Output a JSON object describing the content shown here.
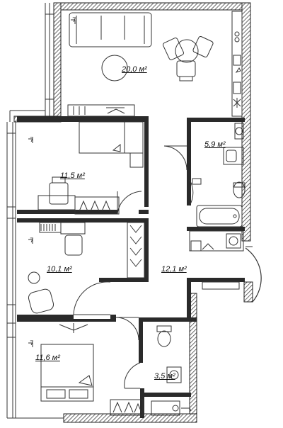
{
  "colors": {
    "wall": "#222222",
    "hatch": "#555555",
    "line": "#333333",
    "background": "#ffffff"
  },
  "rooms": {
    "living": {
      "area": "20,0 м²"
    },
    "bathroom": {
      "area": "5,9 м²"
    },
    "bedroom_top": {
      "area": "11,5 м²"
    },
    "bedroom_mid": {
      "area": "10,1 м²"
    },
    "hall": {
      "area": "12,1 м²"
    },
    "bedroom_bottom": {
      "area": "11,6 м²"
    },
    "wc": {
      "area": "3,5 м²"
    }
  },
  "marks": [
    "7",
    "7",
    "7",
    "7"
  ]
}
